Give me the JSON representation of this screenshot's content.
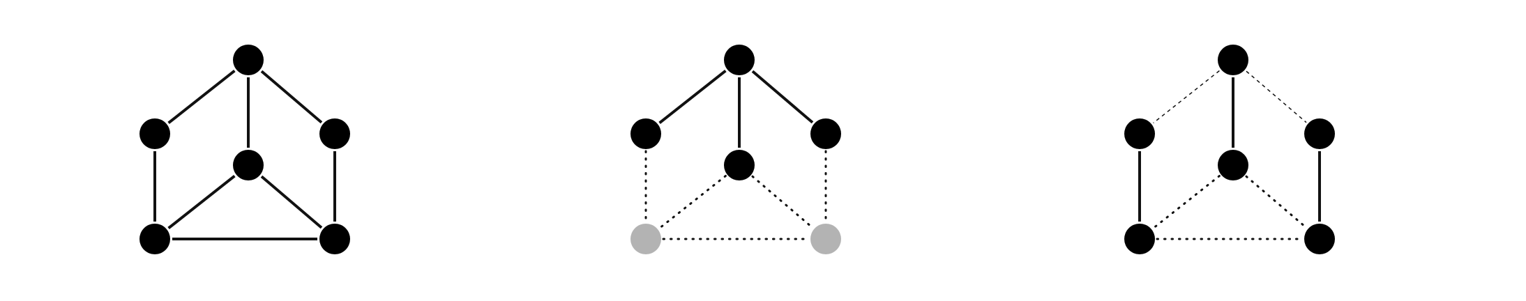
{
  "colors": {
    "background": "#ffffff",
    "node_active": "#000000",
    "node_inactive": "#b3b3b3",
    "edge": "#111111"
  },
  "graphs": [
    {
      "id": "graph-a",
      "nodes": [
        {
          "id": "top",
          "state": "active"
        },
        {
          "id": "upper-left",
          "state": "active"
        },
        {
          "id": "upper-right",
          "state": "active"
        },
        {
          "id": "center",
          "state": "active"
        },
        {
          "id": "lower-left",
          "state": "active"
        },
        {
          "id": "lower-right",
          "state": "active"
        }
      ],
      "edges": [
        {
          "from": "top",
          "to": "upper-left",
          "style": "solid"
        },
        {
          "from": "top",
          "to": "center",
          "style": "solid"
        },
        {
          "from": "top",
          "to": "upper-right",
          "style": "solid"
        },
        {
          "from": "upper-left",
          "to": "lower-left",
          "style": "solid"
        },
        {
          "from": "upper-right",
          "to": "lower-right",
          "style": "solid"
        },
        {
          "from": "center",
          "to": "lower-left",
          "style": "solid"
        },
        {
          "from": "center",
          "to": "lower-right",
          "style": "solid"
        },
        {
          "from": "lower-left",
          "to": "lower-right",
          "style": "solid"
        }
      ]
    },
    {
      "id": "graph-b",
      "nodes": [
        {
          "id": "top",
          "state": "active"
        },
        {
          "id": "upper-left",
          "state": "active"
        },
        {
          "id": "upper-right",
          "state": "active"
        },
        {
          "id": "center",
          "state": "active"
        },
        {
          "id": "lower-left",
          "state": "inactive"
        },
        {
          "id": "lower-right",
          "state": "inactive"
        }
      ],
      "edges": [
        {
          "from": "top",
          "to": "upper-left",
          "style": "solid"
        },
        {
          "from": "top",
          "to": "center",
          "style": "solid"
        },
        {
          "from": "top",
          "to": "upper-right",
          "style": "solid"
        },
        {
          "from": "upper-left",
          "to": "lower-left",
          "style": "dotted"
        },
        {
          "from": "upper-right",
          "to": "lower-right",
          "style": "dotted"
        },
        {
          "from": "center",
          "to": "lower-left",
          "style": "dotted"
        },
        {
          "from": "center",
          "to": "lower-right",
          "style": "dotted"
        },
        {
          "from": "lower-left",
          "to": "lower-right",
          "style": "dotted"
        }
      ]
    },
    {
      "id": "graph-c",
      "nodes": [
        {
          "id": "top",
          "state": "active"
        },
        {
          "id": "upper-left",
          "state": "active"
        },
        {
          "id": "upper-right",
          "state": "active"
        },
        {
          "id": "center",
          "state": "active"
        },
        {
          "id": "lower-left",
          "state": "active"
        },
        {
          "id": "lower-right",
          "state": "active"
        }
      ],
      "edges": [
        {
          "from": "top",
          "to": "upper-left",
          "style": "dashed"
        },
        {
          "from": "top",
          "to": "center",
          "style": "solid"
        },
        {
          "from": "top",
          "to": "upper-right",
          "style": "dashed"
        },
        {
          "from": "upper-left",
          "to": "lower-left",
          "style": "solid"
        },
        {
          "from": "upper-right",
          "to": "lower-right",
          "style": "solid"
        },
        {
          "from": "center",
          "to": "lower-left",
          "style": "dotted"
        },
        {
          "from": "center",
          "to": "lower-right",
          "style": "dotted"
        },
        {
          "from": "lower-left",
          "to": "lower-right",
          "style": "dotted"
        }
      ]
    }
  ]
}
